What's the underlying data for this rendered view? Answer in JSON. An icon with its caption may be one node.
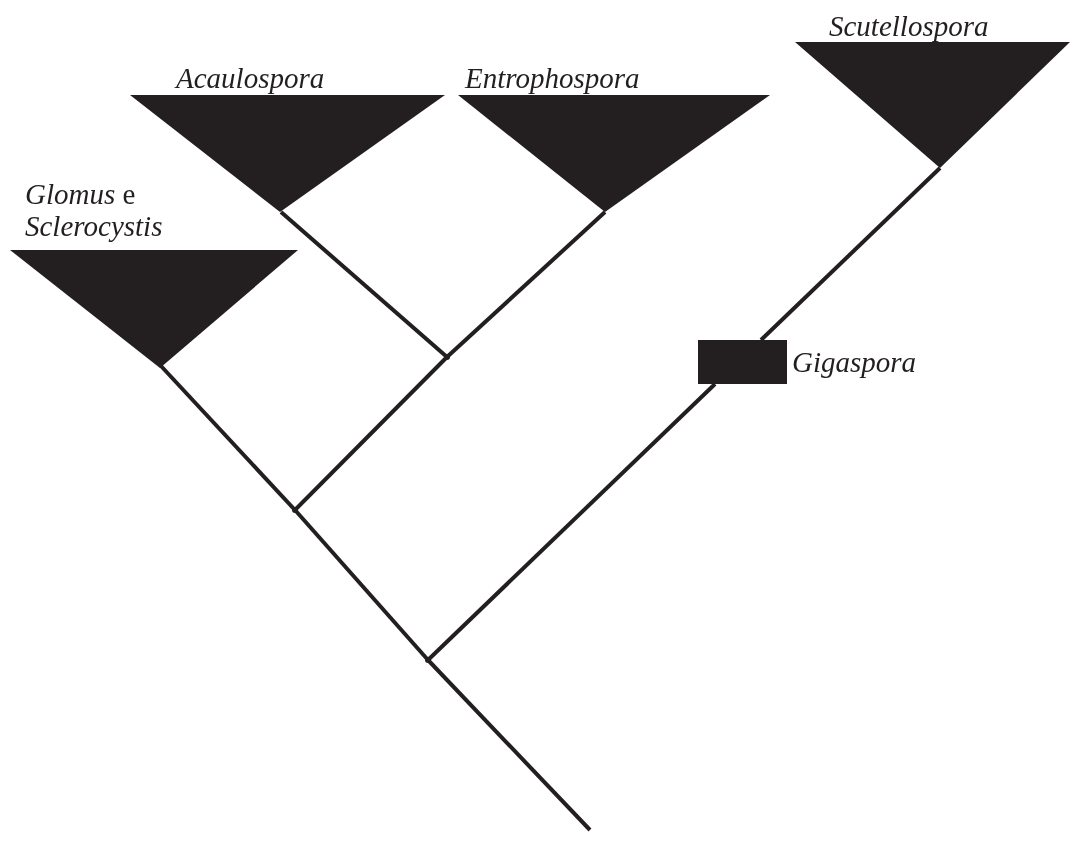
{
  "diagram": {
    "nodes": [
      {
        "text": [
          "*Glomus* e *Sclerocystis*"
        ]
      },
      {
        "text": [
          "Acaulospora"
        ]
      },
      {
        "text": [
          "Entrophospora"
        ]
      },
      {
        "text": [
          "Scutellospora"
        ]
      },
      {
        "text": [
          "Gigaspora"
        ]
      },
      {
        "text": [],
        "shape": "point"
      },
      {
        "text": [],
        "shape": "point"
      },
      {
        "text": [],
        "shape": "point"
      }
    ],
    "edges": [
      {
        "from": null,
        "to": 7,
        "arrow": "none"
      },
      {
        "from": 7,
        "to": 6,
        "arrow": "none"
      },
      {
        "from": 7,
        "to": 4,
        "arrow": "none"
      },
      {
        "from": 4,
        "to": 3,
        "arrow": "none"
      },
      {
        "from": 6,
        "to": 0,
        "arrow": "none"
      },
      {
        "from": 6,
        "to": 5,
        "arrow": "none"
      },
      {
        "from": 5,
        "to": 1,
        "arrow": "none"
      },
      {
        "from": 5,
        "to": 2,
        "arrow": "none"
      }
    ]
  }
}
